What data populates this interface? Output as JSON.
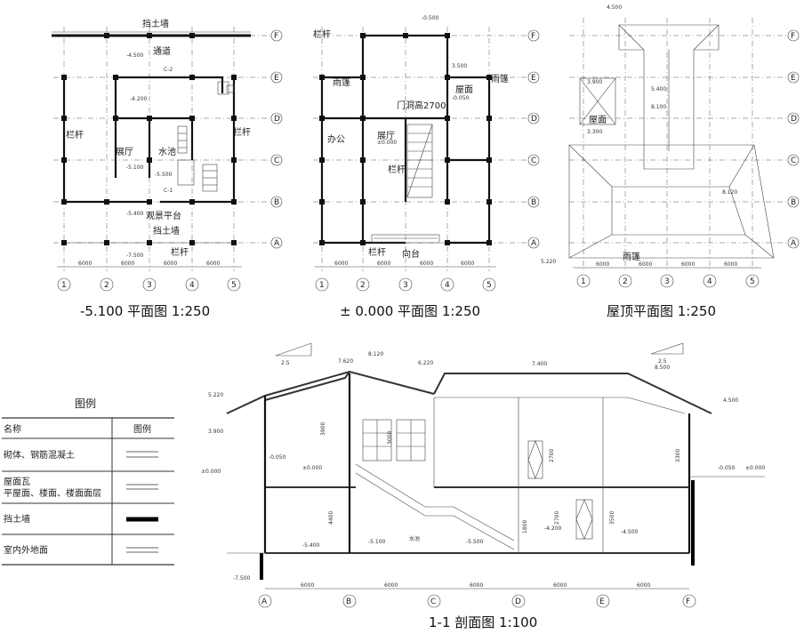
{
  "plans": [
    {
      "title": "-5.100 平面图 1:250",
      "labels": {
        "retaining_wall_top": "挡土墙",
        "passage": "通道",
        "railing_left": "栏杆",
        "hall": "展厅",
        "pool": "水池",
        "railing_right": "栏杆",
        "platform": "观景平台",
        "retaining_wall_bottom": "挡土墙",
        "railing_bottom": "栏杆"
      },
      "levels": [
        "-4.500",
        "-4.200",
        "-5.100",
        "-5.500",
        "-5.400",
        "-7.500",
        "C-2",
        "C-1"
      ]
    },
    {
      "title": "± 0.000 平面图 1:250",
      "labels": {
        "railing_top": "栏杆",
        "canopy_left": "雨篷",
        "opening": "门洞高2700",
        "roof": "屋面",
        "canopy_right": "雨篷",
        "office": "办公",
        "hall": "展厅",
        "railing_mid": "栏杆",
        "railing_bottom": "栏杆",
        "terrace": "向台"
      },
      "levels": [
        "±0.000",
        "3.500",
        "-0.050",
        "-0.500"
      ]
    },
    {
      "title": "屋顶平面图 1:250",
      "labels": {
        "roof": "屋面",
        "canopy": "雨篷"
      },
      "levels": [
        "4.500",
        "3.900",
        "8.100",
        "5.400",
        "3.300",
        "8.120",
        "5.220"
      ]
    }
  ],
  "axes": {
    "row_labels": [
      "F",
      "E",
      "D",
      "C",
      "B",
      "A"
    ],
    "col_labels": [
      "1",
      "2",
      "3",
      "4",
      "5"
    ],
    "spacing_label": "6000"
  },
  "legend": {
    "title": "图例",
    "header_name": "名称",
    "header_symbol": "图例",
    "rows": [
      "砌体、钢筋混凝土",
      "屋面瓦\n平屋面、楼面、楼面面层",
      "挡土墙",
      "室内外地面"
    ]
  },
  "section": {
    "title": "1-1 剖面图 1:100",
    "axis_labels": [
      "A",
      "B",
      "C",
      "D",
      "E",
      "F"
    ],
    "spans": [
      "6000",
      "6000",
      "6000",
      "6000",
      "6000"
    ],
    "levels": [
      "7.620",
      "8.120",
      "6.220",
      "7.400",
      "8.500",
      "5.220",
      "4.500",
      "3.900",
      "±0.000",
      "±0.000",
      "-0.050",
      "-0.050",
      "±0.000",
      "-5.400",
      "-5.100",
      "-5.500",
      "-4.200",
      "-4.500",
      "-7.500"
    ],
    "dims": [
      "3900",
      "3000",
      "2700",
      "3300",
      "4400",
      "2700",
      "3500",
      "1800"
    ],
    "slope": "2.5",
    "pool": "水池"
  }
}
